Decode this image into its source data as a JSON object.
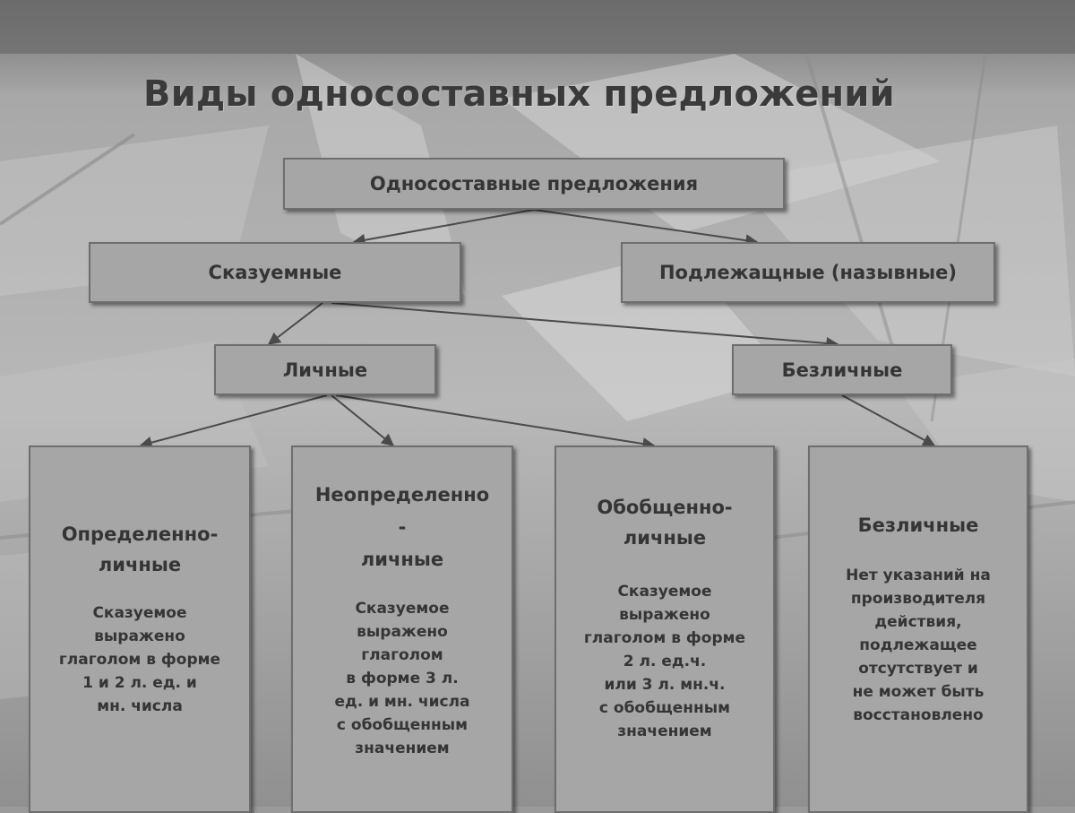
{
  "title": "Виды односоставных предложений",
  "root": "Односоставные предложения",
  "level1": {
    "left": "Сказуемные",
    "right": "Подлежащные (назывные)"
  },
  "level2": {
    "left": "Личные",
    "right": "Безличные"
  },
  "leaves": [
    {
      "head": [
        "Определенно-",
        "личные"
      ],
      "desc": [
        "Сказуемое",
        "выражено",
        "глаголом в форме",
        "1 и 2 л. ед. и",
        "мн. числа"
      ]
    },
    {
      "head": [
        "Неопределенно",
        "-",
        "личные"
      ],
      "desc": [
        "Сказуемое",
        "выражено",
        "глаголом",
        "в форме 3 л.",
        "ед. и мн. числа",
        "с обобщенным",
        "значением"
      ]
    },
    {
      "head": [
        "Обобщенно-",
        "личные"
      ],
      "desc": [
        "Сказуемое",
        "выражено",
        "глаголом в форме",
        "2 л. ед.ч.",
        "или 3 л. мн.ч.",
        "с обобщенным",
        "значением"
      ]
    },
    {
      "head": [
        "Безличные"
      ],
      "desc": [
        "Нет указаний на",
        "производителя",
        "действия,",
        "подлежащее",
        "отсутствует и",
        "не может быть",
        "восстановлено"
      ]
    }
  ],
  "colors": {
    "box_fill": "#a6a6a6",
    "box_border": "#6e6e6e",
    "text": "#353535",
    "arrow": "#4a4a4a"
  }
}
